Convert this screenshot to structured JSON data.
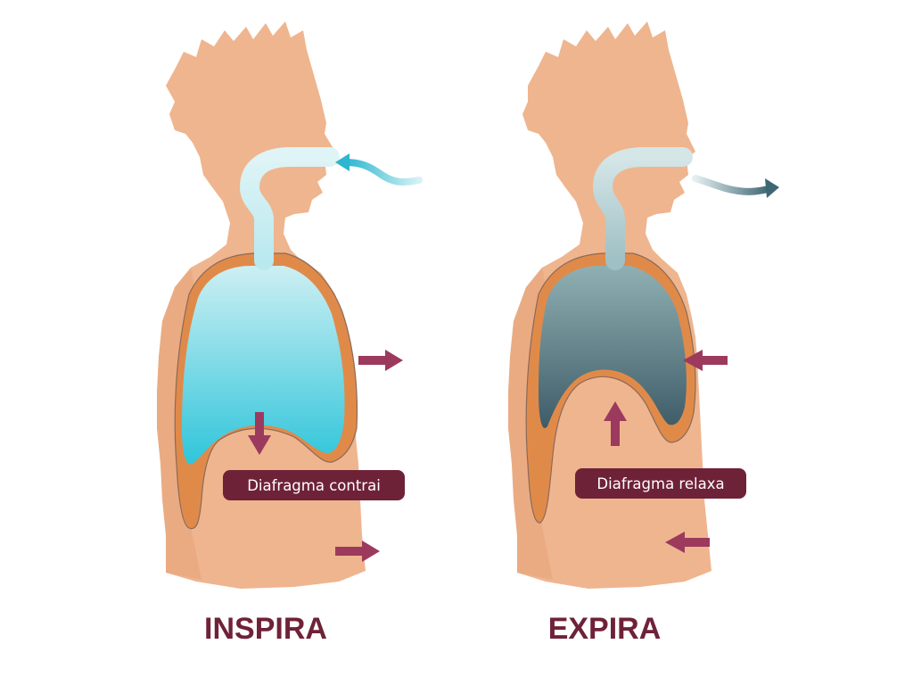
{
  "panels": {
    "inspira": {
      "title": "INSPIRA",
      "diaphragm_label": "Diafragma contrai"
    },
    "expira": {
      "title": "EXPIRA",
      "diaphragm_label": "Diafragma relaxa"
    }
  },
  "colors": {
    "skin": "#efb58f",
    "skin_shade": "#e8a57c",
    "diaphragm": "#e08a4a",
    "lung_inhale_top": "#c9eef3",
    "lung_inhale_bottom": "#2ec6dc",
    "lung_exhale_top": "#88a8ac",
    "lung_exhale_bottom": "#3c5a66",
    "arrow": "#9c3a5e",
    "label_bg": "#6e2238",
    "label_text": "#ffffff",
    "title_text": "#6e2238",
    "air_in": "#2cb6cf",
    "air_out": "#3f6773"
  }
}
